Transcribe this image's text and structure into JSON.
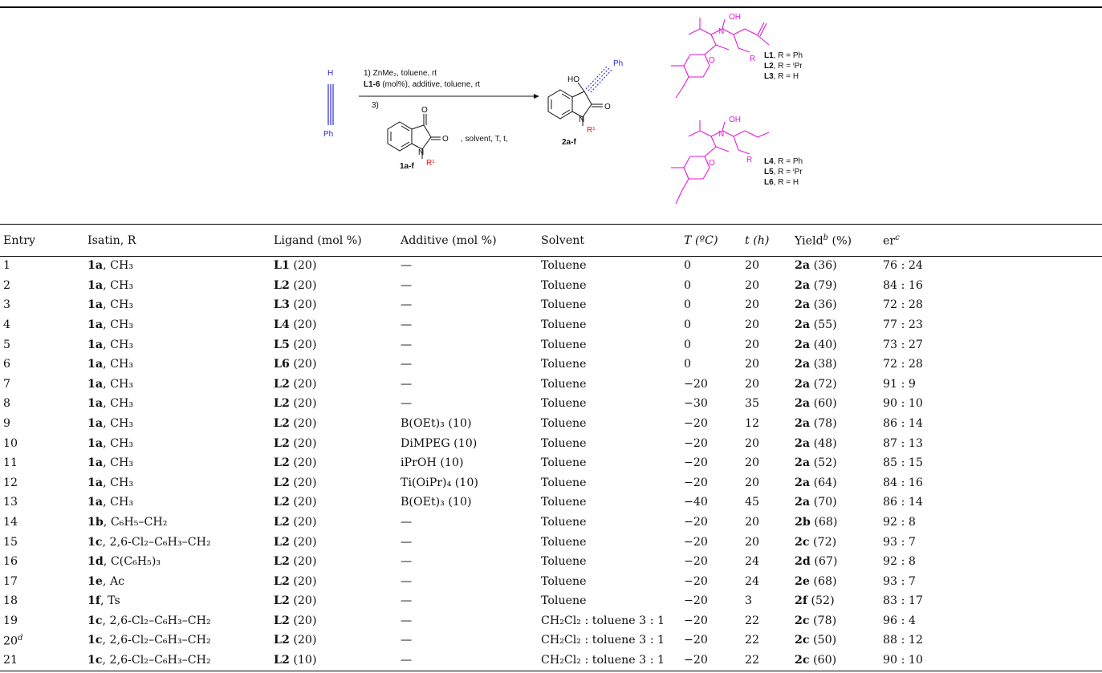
{
  "scheme": {
    "alkyne_h": "H",
    "alkyne_ph": "Ph",
    "step1": "1) ZnMe₂, toluene, rt",
    "step2_lig": "L1-6",
    "step2_rest": " (mol%), additive, toluene, rt",
    "step3": "3)",
    "conditions": ", solvent, T, t,",
    "o_label": "O",
    "n_label": "N",
    "r1": "R¹",
    "sm_label": "1a-f",
    "prod_label": "2a-f",
    "prod_ho": "HO",
    "prod_ph": "Ph",
    "oh": "OH",
    "ring_o": "O",
    "r": "R",
    "lig_top": [
      {
        "bold": "L1",
        "text": ", R = Ph"
      },
      {
        "bold": "L2",
        "text": ", R = ⁱPr"
      },
      {
        "bold": "L3",
        "text": ", R = H"
      }
    ],
    "lig_bottom": [
      {
        "bold": "L4",
        "text": ", R = Ph"
      },
      {
        "bold": "L5",
        "text": ", R = ⁱPr"
      },
      {
        "bold": "L6",
        "text": ", R = H"
      }
    ],
    "colors": {
      "alkyne": "#2a2ad8",
      "ligand": "#e21ad6",
      "r1": "#e21a1a"
    }
  },
  "table": {
    "headers": {
      "entry": "Entry",
      "isatin": "Isatin, R",
      "ligand": "Ligand (mol %)",
      "additive": "Additive (mol %)",
      "solvent": "Solvent",
      "temp": "T (ºC)",
      "time": "t (h)",
      "yield": "Yield",
      "yield_sup": "b",
      "yield_unit": " (%)",
      "er": "er",
      "er_sup": "c"
    },
    "rows": [
      {
        "entry": "1",
        "isatin": "1a",
        "r": "CH₃",
        "ligand": "L1",
        "mol": " (20)",
        "additive": "—",
        "solvent": "Toluene",
        "temp": "0",
        "time": "20",
        "product": "2a",
        "yield": " (36)",
        "er": "76 : 24"
      },
      {
        "entry": "2",
        "isatin": "1a",
        "r": "CH₃",
        "ligand": "L2",
        "mol": " (20)",
        "additive": "—",
        "solvent": "Toluene",
        "temp": "0",
        "time": "20",
        "product": "2a",
        "yield": " (79)",
        "er": "84 : 16"
      },
      {
        "entry": "3",
        "isatin": "1a",
        "r": "CH₃",
        "ligand": "L3",
        "mol": " (20)",
        "additive": "—",
        "solvent": "Toluene",
        "temp": "0",
        "time": "20",
        "product": "2a",
        "yield": " (36)",
        "er": "72 : 28"
      },
      {
        "entry": "4",
        "isatin": "1a",
        "r": "CH₃",
        "ligand": "L4",
        "mol": " (20)",
        "additive": "—",
        "solvent": "Toluene",
        "temp": "0",
        "time": "20",
        "product": "2a",
        "yield": " (55)",
        "er": "77 : 23"
      },
      {
        "entry": "5",
        "isatin": "1a",
        "r": "CH₃",
        "ligand": "L5",
        "mol": " (20)",
        "additive": "—",
        "solvent": "Toluene",
        "temp": "0",
        "time": "20",
        "product": "2a",
        "yield": " (40)",
        "er": "73 : 27"
      },
      {
        "entry": "6",
        "isatin": "1a",
        "r": "CH₃",
        "ligand": "L6",
        "mol": " (20)",
        "additive": "—",
        "solvent": "Toluene",
        "temp": "0",
        "time": "20",
        "product": "2a",
        "yield": " (38)",
        "er": "72 : 28"
      },
      {
        "entry": "7",
        "isatin": "1a",
        "r": "CH₃",
        "ligand": "L2",
        "mol": " (20)",
        "additive": "—",
        "solvent": "Toluene",
        "temp": "−20",
        "time": "20",
        "product": "2a",
        "yield": " (72)",
        "er": "91 : 9"
      },
      {
        "entry": "8",
        "isatin": "1a",
        "r": "CH₃",
        "ligand": "L2",
        "mol": " (20)",
        "additive": "—",
        "solvent": "Toluene",
        "temp": "−30",
        "time": "35",
        "product": "2a",
        "yield": " (60)",
        "er": "90 : 10"
      },
      {
        "entry": "9",
        "isatin": "1a",
        "r": "CH₃",
        "ligand": "L2",
        "mol": " (20)",
        "additive": "B(OEt)₃ (10)",
        "solvent": "Toluene",
        "temp": "−20",
        "time": "12",
        "product": "2a",
        "yield": " (78)",
        "er": "86 : 14"
      },
      {
        "entry": "10",
        "isatin": "1a",
        "r": "CH₃",
        "ligand": "L2",
        "mol": " (20)",
        "additive": "DiMPEG (10)",
        "solvent": "Toluene",
        "temp": "−20",
        "time": "20",
        "product": "2a",
        "yield": " (48)",
        "er": "87 : 13"
      },
      {
        "entry": "11",
        "isatin": "1a",
        "r": "CH₃",
        "ligand": "L2",
        "mol": " (20)",
        "additive": "iPrOH (10)",
        "solvent": "Toluene",
        "temp": "−20",
        "time": "20",
        "product": "2a",
        "yield": " (52)",
        "er": "85 : 15"
      },
      {
        "entry": "12",
        "isatin": "1a",
        "r": "CH₃",
        "ligand": "L2",
        "mol": " (20)",
        "additive": "Ti(OiPr)₄ (10)",
        "solvent": "Toluene",
        "temp": "−20",
        "time": "20",
        "product": "2a",
        "yield": " (64)",
        "er": "84 : 16"
      },
      {
        "entry": "13",
        "isatin": "1a",
        "r": "CH₃",
        "ligand": "L2",
        "mol": " (20)",
        "additive": "B(OEt)₃ (10)",
        "solvent": "Toluene",
        "temp": "−40",
        "time": "45",
        "product": "2a",
        "yield": " (70)",
        "er": "86 : 14"
      },
      {
        "entry": "14",
        "isatin": "1b",
        "r": "C₆H₅–CH₂",
        "ligand": "L2",
        "mol": " (20)",
        "additive": "—",
        "solvent": "Toluene",
        "temp": "−20",
        "time": "20",
        "product": "2b",
        "yield": " (68)",
        "er": "92 : 8"
      },
      {
        "entry": "15",
        "isatin": "1c",
        "r": "2,6-Cl₂–C₆H₃–CH₂",
        "ligand": "L2",
        "mol": " (20)",
        "additive": "—",
        "solvent": "Toluene",
        "temp": "−20",
        "time": "20",
        "product": "2c",
        "yield": " (72)",
        "er": "93 : 7"
      },
      {
        "entry": "16",
        "isatin": "1d",
        "r": "C(C₆H₅)₃",
        "ligand": "L2",
        "mol": " (20)",
        "additive": "—",
        "solvent": "Toluene",
        "temp": "−20",
        "time": "24",
        "product": "2d",
        "yield": " (67)",
        "er": "92 : 8"
      },
      {
        "entry": "17",
        "isatin": "1e",
        "r": "Ac",
        "ligand": "L2",
        "mol": " (20)",
        "additive": "—",
        "solvent": "Toluene",
        "temp": "−20",
        "time": "24",
        "product": "2e",
        "yield": " (68)",
        "er": "93 : 7"
      },
      {
        "entry": "18",
        "isatin": "1f",
        "r": "Ts",
        "ligand": "L2",
        "mol": " (20)",
        "additive": "—",
        "solvent": "Toluene",
        "temp": "−20",
        "time": "3",
        "product": "2f",
        "yield": " (52)",
        "er": "83 : 17"
      },
      {
        "entry": "19",
        "isatin": "1c",
        "r": "2,6-Cl₂–C₆H₃–CH₂",
        "ligand": "L2",
        "mol": " (20)",
        "additive": "—",
        "solvent": "CH₂Cl₂ : toluene 3 : 1",
        "temp": "−20",
        "time": "22",
        "product": "2c",
        "yield": " (78)",
        "er": "96 : 4"
      },
      {
        "entry": "20",
        "entry_sup": "d",
        "isatin": "1c",
        "r": "2,6-Cl₂–C₆H₃–CH₂",
        "ligand": "L2",
        "mol": " (20)",
        "additive": "—",
        "solvent": "CH₂Cl₂ : toluene 3 : 1",
        "temp": "−20",
        "time": "22",
        "product": "2c",
        "yield": " (50)",
        "er": "88 : 12"
      },
      {
        "entry": "21",
        "isatin": "1c",
        "r": "2,6-Cl₂–C₆H₃–CH₂",
        "ligand": "L2",
        "mol": " (10)",
        "additive": "—",
        "solvent": "CH₂Cl₂ : toluene 3 : 1",
        "temp": "−20",
        "time": "22",
        "product": "2c",
        "yield": " (60)",
        "er": "90 : 10"
      }
    ]
  }
}
